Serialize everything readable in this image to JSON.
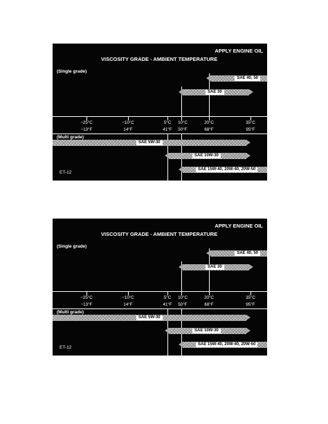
{
  "document": {
    "header": "APPLY ENGINE OIL",
    "title": "VISCOSITY GRADE - AMBIENT TEMPERATURE",
    "single_grade_label": "(Single grade)",
    "multi_grade_label": "(Multi grade)",
    "figure_code": "ET-12",
    "celsius_marks": [
      "−25°C",
      "−10°C",
      "5°C",
      "10°C",
      "20°C",
      "35°C"
    ],
    "fahrenheit_marks": [
      "−13°F",
      "14°F",
      "41°F",
      "50°F",
      "68°F",
      "95°F"
    ],
    "grades": [
      {
        "label": "SAE 40, 50",
        "min_c": 20,
        "max_c": null
      },
      {
        "label": "SAE 30",
        "min_c": 10,
        "max_c": 35
      },
      {
        "label": "SAE 5W-30",
        "min_c": null,
        "max_c": 35
      },
      {
        "label": "SAE 10W-30",
        "min_c": 5,
        "max_c": 35
      },
      {
        "label": "SAE 15W-40, 20W-40, 20W-50",
        "min_c": 10,
        "max_c": null
      }
    ]
  }
}
